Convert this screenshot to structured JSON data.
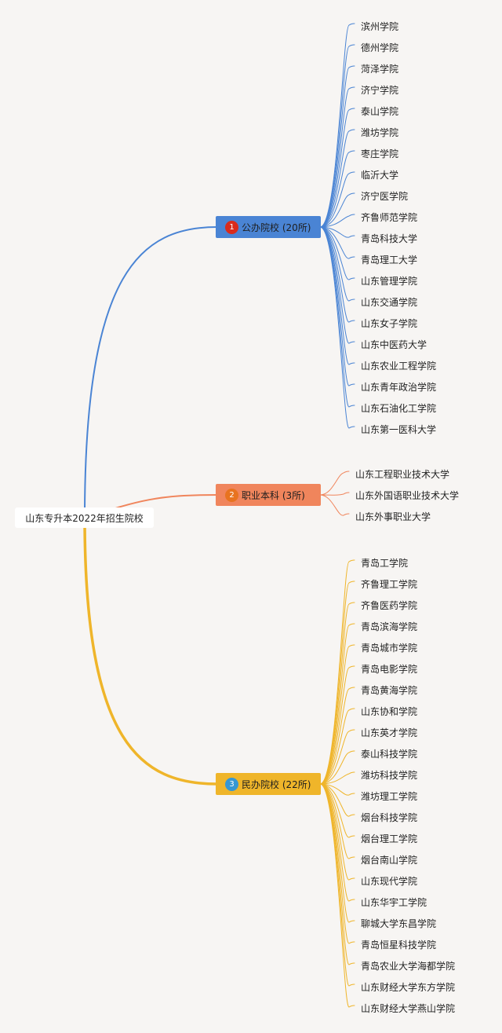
{
  "root": {
    "label": "山东专升本2022年招生院校"
  },
  "branches": [
    {
      "badge": "1",
      "label": "公办院校 (20所)",
      "color": "#4a84d4",
      "badge_color": "#d92b1c",
      "leaves": [
        "滨州学院",
        "德州学院",
        "菏泽学院",
        "济宁学院",
        "泰山学院",
        "潍坊学院",
        "枣庄学院",
        "临沂大学",
        "济宁医学院",
        "齐鲁师范学院",
        "青岛科技大学",
        "青岛理工大学",
        "山东管理学院",
        "山东交通学院",
        "山东女子学院",
        "山东中医药大学",
        "山东农业工程学院",
        "山东青年政治学院",
        "山东石油化工学院",
        "山东第一医科大学"
      ]
    },
    {
      "badge": "2",
      "label": "职业本科 (3所)",
      "color": "#f0855c",
      "badge_color": "#e8731f",
      "leaves": [
        "山东工程职业技术大学",
        "山东外国语职业技术大学",
        "山东外事职业大学"
      ]
    },
    {
      "badge": "3",
      "label": "民办院校 (22所)",
      "color": "#efb52a",
      "badge_color": "#3797d3",
      "leaves": [
        "青岛工学院",
        "齐鲁理工学院",
        "齐鲁医药学院",
        "青岛滨海学院",
        "青岛城市学院",
        "青岛电影学院",
        "青岛黄海学院",
        "山东协和学院",
        "山东英才学院",
        "泰山科技学院",
        "潍坊科技学院",
        "潍坊理工学院",
        "烟台科技学院",
        "烟台理工学院",
        "烟台南山学院",
        "山东现代学院",
        "山东华宇工学院",
        "聊城大学东昌学院",
        "青岛恒星科技学院",
        "青岛农业大学海都学院",
        "山东财经大学东方学院",
        "山东财经大学燕山学院"
      ]
    }
  ]
}
